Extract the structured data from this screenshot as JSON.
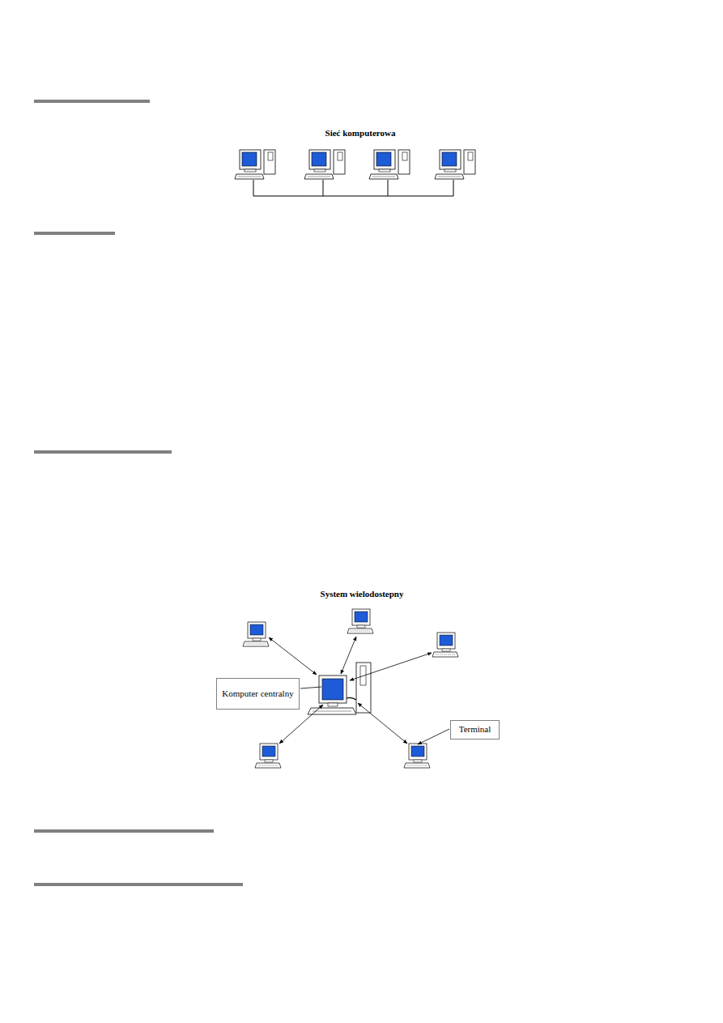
{
  "diagram": {
    "nodes": [
      {
        "text": [
          "Komputer centralny"
        ]
      },
      {
        "text": [
          "Terminal"
        ]
      }
    ],
    "labels": [
      "Sieć komputerowa",
      "System wielodostepny"
    ]
  }
}
